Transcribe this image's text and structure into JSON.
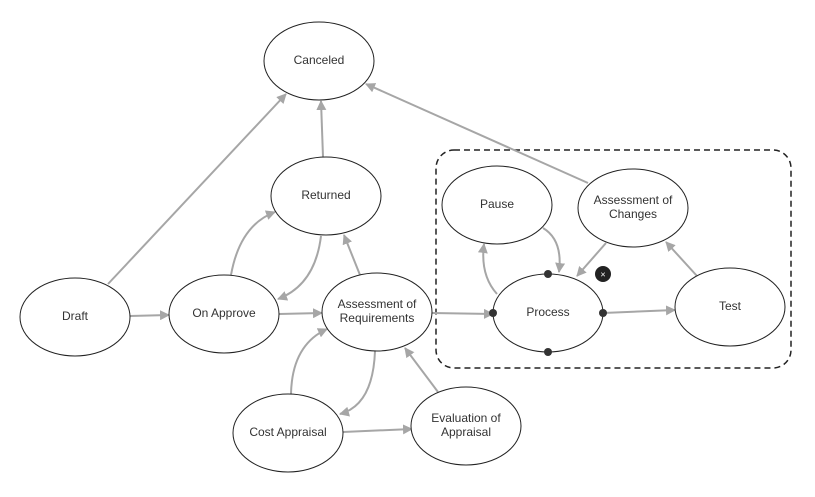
{
  "diagram": {
    "nodes": [
      {
        "id": "canceled",
        "label": "Canceled",
        "fill": "#dddddd",
        "stroke": "#222222",
        "selected": false
      },
      {
        "id": "returned",
        "label": "Returned",
        "fill": "#ffffff",
        "stroke": "#222222",
        "selected": false
      },
      {
        "id": "draft",
        "label": "Draft",
        "fill": "#ffffff",
        "stroke": "#222222",
        "selected": false
      },
      {
        "id": "on-approve",
        "label": "On Approve",
        "fill": "#ffffff",
        "stroke": "#222222",
        "selected": false
      },
      {
        "id": "assessment-req",
        "label": "Assessment of\nRequirements",
        "fill": "#ffffff",
        "stroke": "#222222",
        "selected": false
      },
      {
        "id": "cost-appraisal",
        "label": "Cost Appraisal",
        "fill": "#ffffff",
        "stroke": "#222222",
        "selected": false
      },
      {
        "id": "evaluation-appraisal",
        "label": "Evaluation of\nAppraisal",
        "fill": "#ffffff",
        "stroke": "#222222",
        "selected": false
      },
      {
        "id": "pause",
        "label": "Pause",
        "fill": "#ffffff",
        "stroke": "#222222",
        "selected": false
      },
      {
        "id": "assessment-changes",
        "label": "Assessment of\nChanges",
        "fill": "#ffffff",
        "stroke": "#222222",
        "selected": false
      },
      {
        "id": "process",
        "label": "Process",
        "fill": "#ffffff",
        "stroke": "#1a9ab5",
        "selected": true
      },
      {
        "id": "test",
        "label": "Test",
        "fill": "#ffffff",
        "stroke": "#222222",
        "selected": false
      }
    ],
    "edges": [
      {
        "from": "draft",
        "to": "canceled"
      },
      {
        "from": "returned",
        "to": "canceled"
      },
      {
        "from": "assessment-changes",
        "to": "canceled"
      },
      {
        "from": "draft",
        "to": "on-approve"
      },
      {
        "from": "on-approve",
        "to": "returned"
      },
      {
        "from": "returned",
        "to": "on-approve"
      },
      {
        "from": "on-approve",
        "to": "assessment-req"
      },
      {
        "from": "assessment-req",
        "to": "returned"
      },
      {
        "from": "assessment-req",
        "to": "process"
      },
      {
        "from": "assessment-req",
        "to": "cost-appraisal"
      },
      {
        "from": "cost-appraisal",
        "to": "assessment-req"
      },
      {
        "from": "cost-appraisal",
        "to": "evaluation-appraisal"
      },
      {
        "from": "evaluation-appraisal",
        "to": "assessment-req"
      },
      {
        "from": "process",
        "to": "pause"
      },
      {
        "from": "pause",
        "to": "process"
      },
      {
        "from": "assessment-changes",
        "to": "process"
      },
      {
        "from": "process",
        "to": "test"
      },
      {
        "from": "test",
        "to": "assessment-changes"
      }
    ],
    "colors": {
      "edge": "#a6a6a6",
      "selected_stroke": "#1a9ab5",
      "handle": "#333333",
      "canceled_fill": "#dddddd",
      "group_border": "#222222"
    },
    "delete_badge_icon": "close-icon",
    "delete_badge_glyph": "×"
  }
}
